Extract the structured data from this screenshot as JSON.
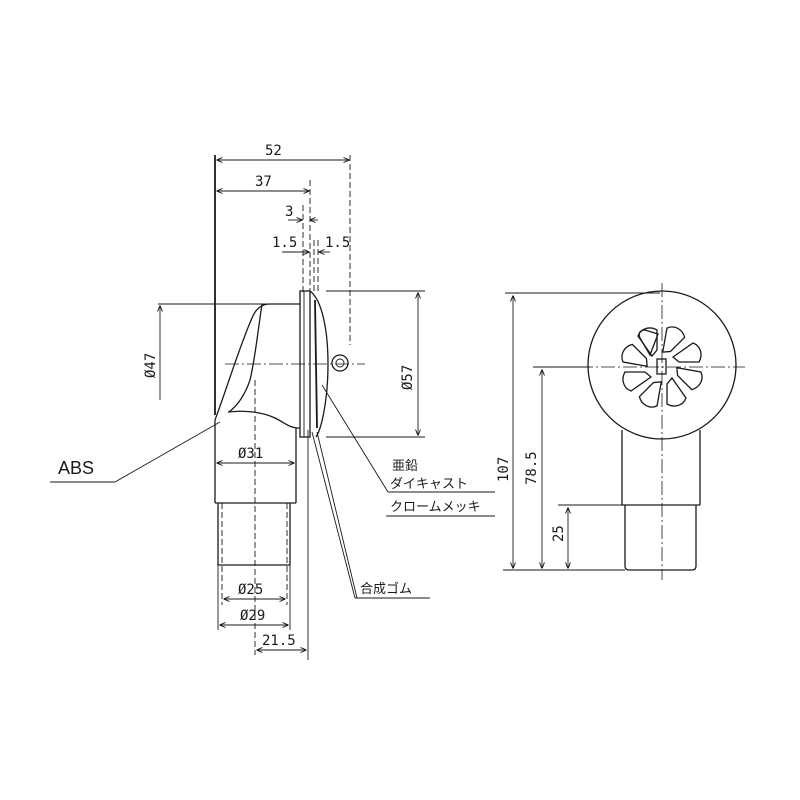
{
  "drawing": {
    "type": "technical-drawing",
    "views": [
      "side-view",
      "front-view"
    ],
    "line_color": "#1a1a1a",
    "background": "#ffffff"
  },
  "dimensions": {
    "overall_depth": "52",
    "body_depth": "37",
    "flange_thickness": "3",
    "gasket_left": "1.5",
    "gasket_right": "1.5",
    "body_diameter": "Ø47",
    "flange_diameter": "Ø57",
    "socket_diameter": "Ø31",
    "pipe_inner_diameter": "Ø25",
    "pipe_outer_diameter": "Ø29",
    "pipe_offset": "21.5",
    "total_height": "107",
    "center_height": "78.5",
    "pipe_height": "25"
  },
  "labels": {
    "body_material": "ABS",
    "flange_material_line1": "亜鉛",
    "flange_material_line2": "ダイキャスト",
    "flange_finish": "クロームメッキ",
    "gasket_material": "合成ゴム"
  }
}
